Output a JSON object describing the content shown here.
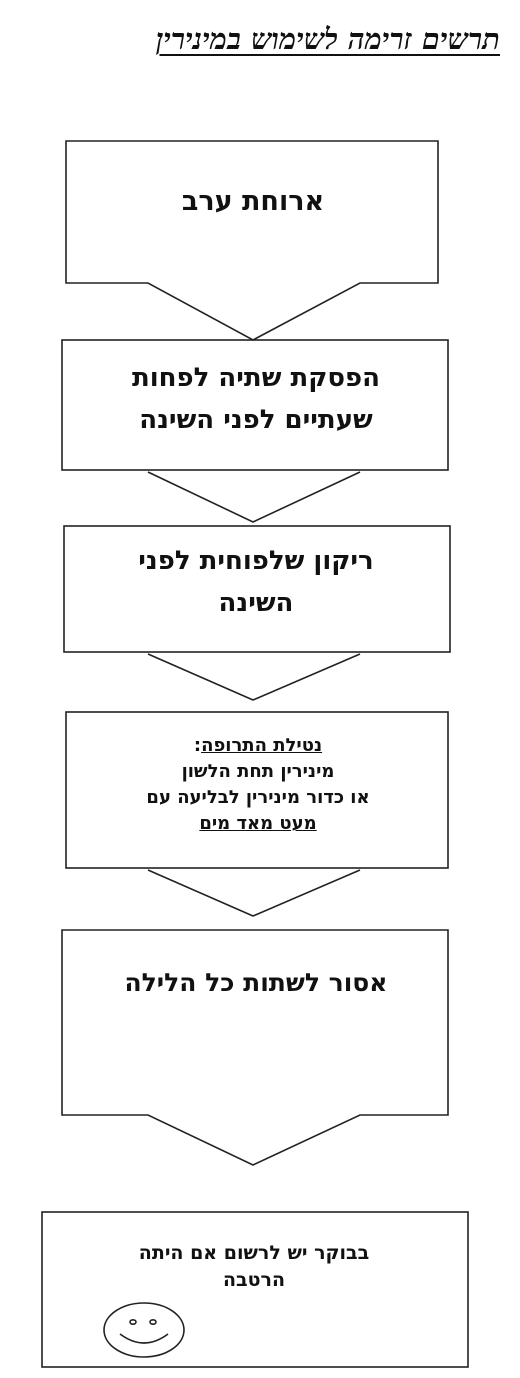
{
  "title": "תרשים זרימה לשימוש במינירין",
  "steps": [
    {
      "text": "ארוחת ערב"
    },
    {
      "line1": "הפסקת שתיה לפחות",
      "line2": "שעתיים לפני השינה"
    },
    {
      "line1": "ריקון שלפוחית לפני",
      "line2": "השינה"
    },
    {
      "heading": "נטילת התרופה",
      "heading_suffix": ":",
      "line2": "מינירין תחת הלשון",
      "line3": "או כדור מינירין לבליעה עם",
      "line4": "מעט מאד מים"
    },
    {
      "text": "אסור לשתות כל הלילה"
    },
    {
      "line1": "בבוקר יש לרשום אם היתה",
      "line2": "הרטבה"
    }
  ],
  "icons": {
    "smiley": "smiley-face-icon"
  }
}
